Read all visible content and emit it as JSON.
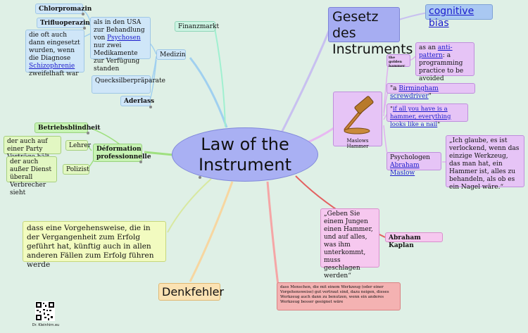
{
  "center": {
    "line1": "Law of the",
    "line2": "Instrument"
  },
  "top_right": {
    "title_line1": "Gesetz des",
    "title_line2": "Instruments",
    "cognitive_bias": "cognitive bias"
  },
  "maslow": {
    "image_label": "Maslows Hammer",
    "golden_hammer": "the golden hammer",
    "anti_pattern_prefix": "as an ",
    "anti_pattern_link": "anti-pattern",
    "anti_pattern_suffix": ": a programming practice to be avoided",
    "birmingham_prefix": "\"a ",
    "birmingham_link1": "Birmingham",
    "birmingham_link2": "screwdriver",
    "birmingham_suffix": "\"",
    "quote_open": "\"",
    "quote_link": "if all you have is a hammer, everything looks like a nail",
    "quote_close": "\"",
    "psych_label": "Psychologen",
    "psych_link": "Abraham Maslow",
    "german_quote": "„Ich glaube, es ist verlockend, wenn das einzige Werkzeug, das man hat, ein Hammer ist, alles zu behandeln, als ob es ein Nagel wäre.“"
  },
  "kaplan": {
    "quote": "„Geben Sie einem Jungen einen Hammer, und auf alles, was ihm unterkommt, muss geschlagen werden“",
    "name": "Abraham Kaplan"
  },
  "definition": "dass Menschen, die mit einem Werkzeug (oder einer Vorgehensweise) gut vertraut sind, dazu neigen, dieses Werkzeug auch dann zu benutzen, wenn ein anderes Werkzeug besser geeignet wäre",
  "denkfehler": "Denkfehler",
  "past_success": "dass eine Vorgehensweise, die in der Vergangenheit zum Erfolg geführt hat, künftig auch in allen anderen Fällen zum Erfolg führen werde",
  "medicine": {
    "finanzmarkt": "Finanzmarkt",
    "medizin": "Medizin",
    "chlorpromazin": "Chlorpromazin",
    "trifluoperazin": "Trifluoperazin",
    "usa_prefix": "als in den USA zur Behandlung von ",
    "usa_link": "Psychosen",
    "usa_suffix": " nur zwei Medikamente zur Verfügung standen",
    "schizo_prefix": "die oft auch dann eingesetzt wurden, wenn die Diagnose ",
    "schizo_link": "Schizophrenie",
    "schizo_suffix": " zweifelhaft war",
    "quecksilber": "Quecksilberpräparate",
    "aderlass": "Aderlass"
  },
  "deformation": {
    "betriebsblindheit": "Betriebsblindheit",
    "title": "Déformation professionnelle",
    "lehrer": "Lehrer",
    "lehrer_desc": "der auch auf einer Party Vorträge hält",
    "polizist": "Polizist",
    "polizist_desc": "der auch außer Dienst überall Verbrecher sieht"
  },
  "footer": {
    "author": "Dr. Kleinhirn.eu"
  }
}
